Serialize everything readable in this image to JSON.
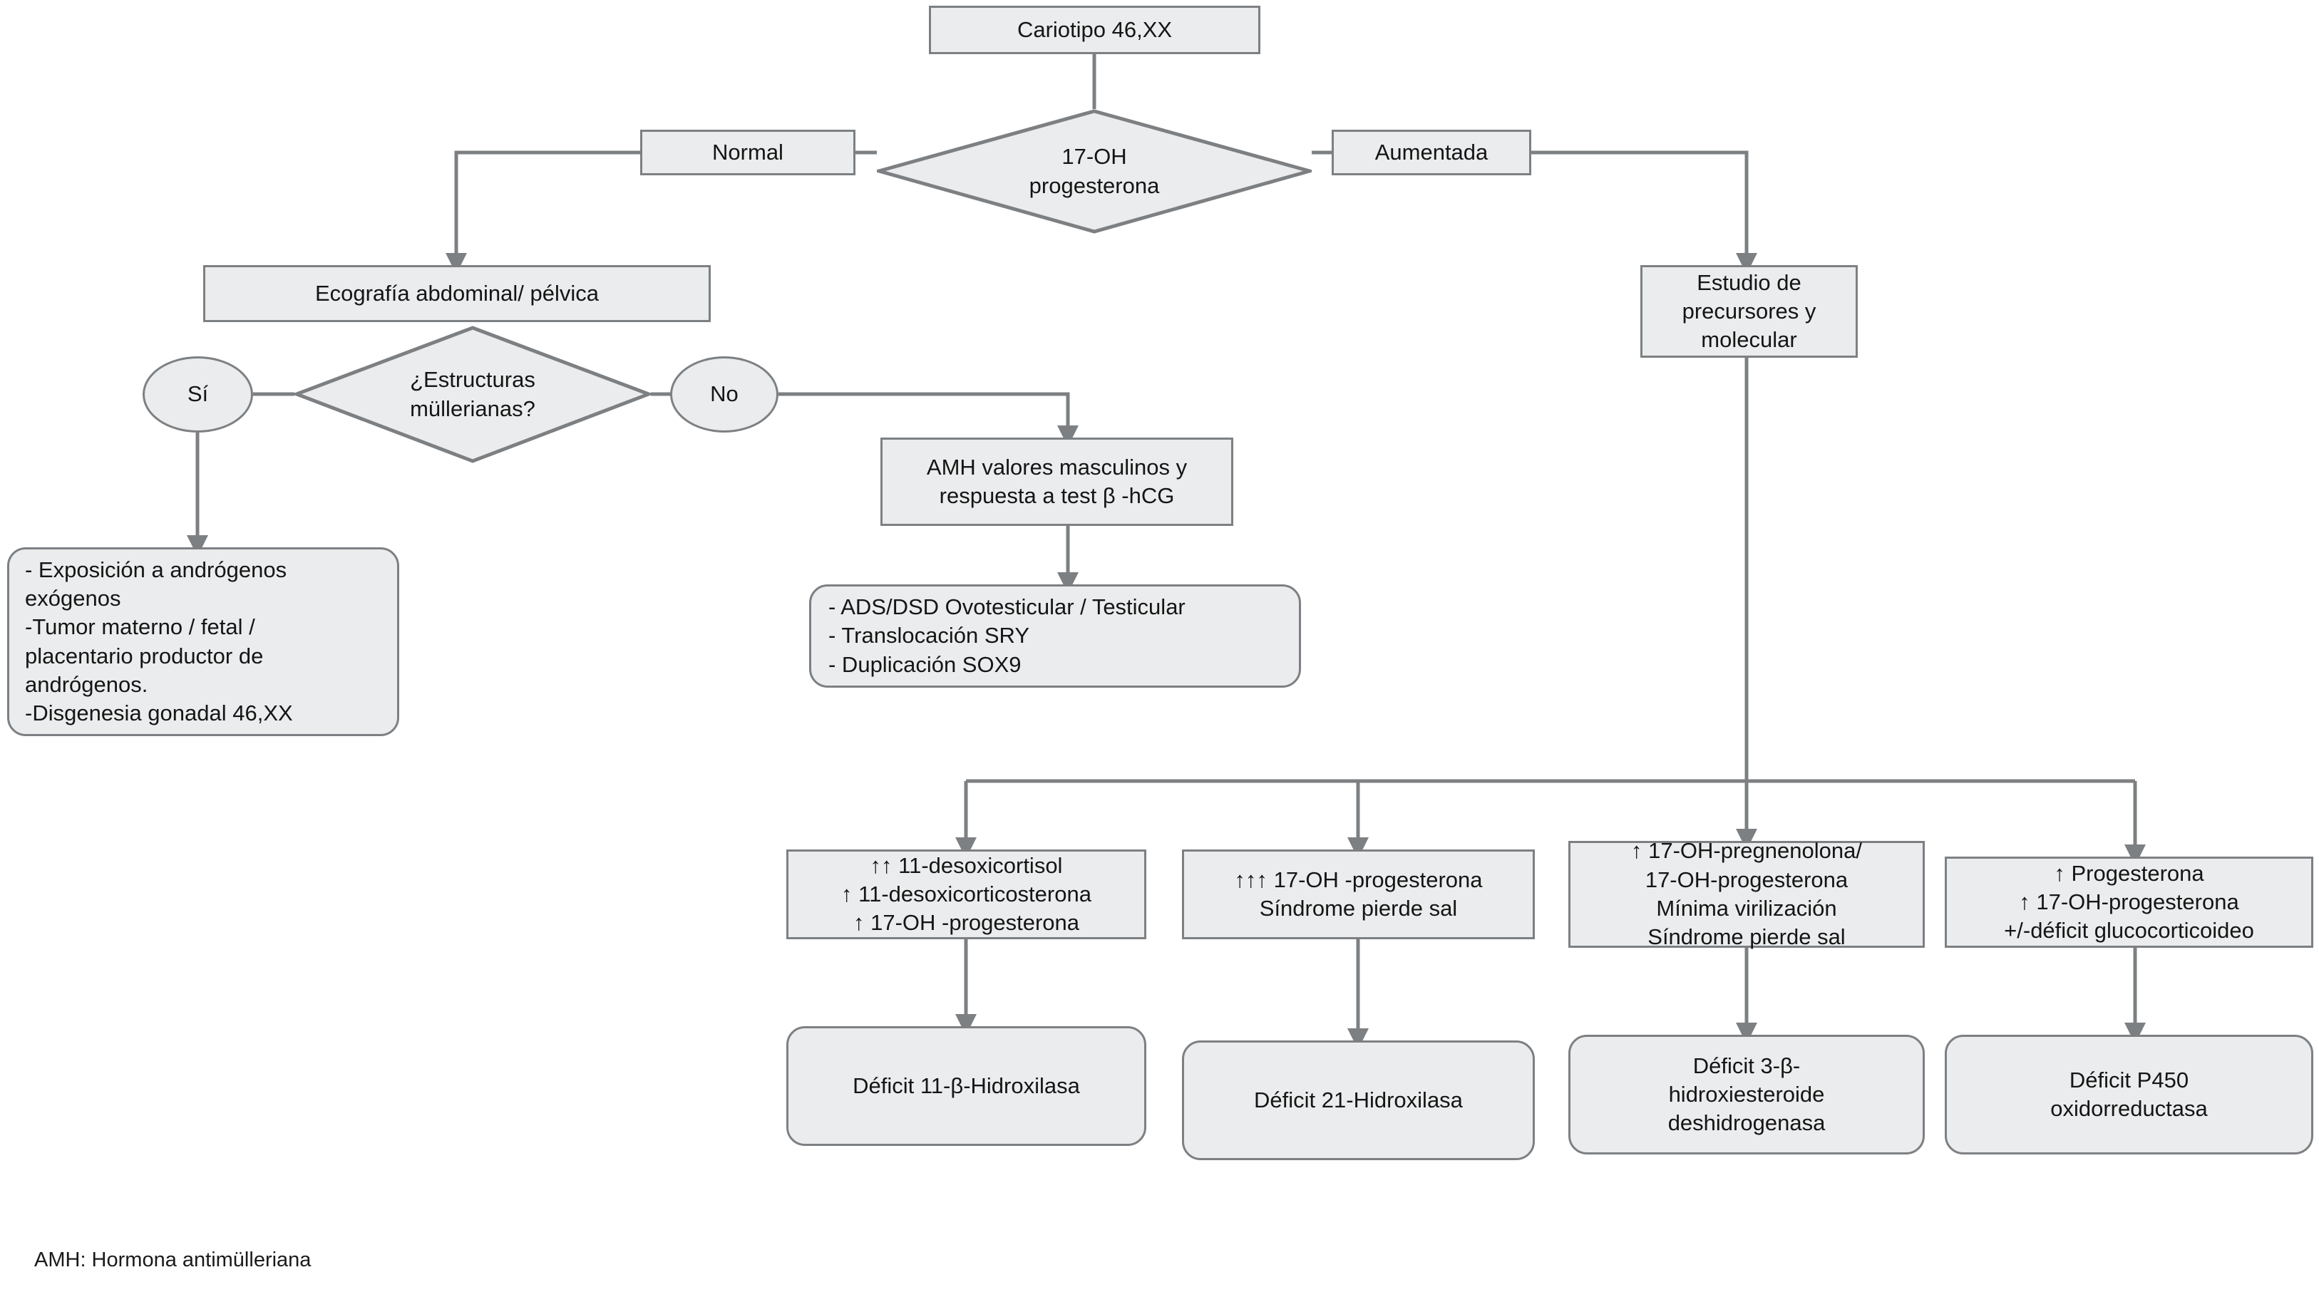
{
  "diagram": {
    "title_node": "Cariotipo 46,XX",
    "decision_17oh": "17-OH\nprogesterona",
    "branch_normal": "Normal",
    "branch_aumentada": "Aumentada",
    "ecografia": "Ecografía abdominal/ pélvica",
    "decision_mullerianas": "¿Estructuras\nmüllerianas?",
    "answer_si": "Sí",
    "answer_no": "No",
    "estudio_precursores": "Estudio de\nprecursores y\nmolecular",
    "causas_si": "- Exposición a andrógenos\nexógenos\n-Tumor materno / fetal /\nplacentario productor de\nandrógenos.\n-Disgenesia gonadal 46,XX",
    "amh_test": "AMH valores masculinos y\nrespuesta a test β -hCG",
    "ads_dsd_list": "- ADS/DSD Ovotesticular / Testicular\n- Translocación SRY\n- Duplicación SOX9",
    "hormone_1": "↑↑ 11-desoxicortisol\n↑ 11-desoxicorticosterona\n↑ 17-OH -progesterona",
    "hormone_2": "↑↑↑ 17-OH -progesterona\nSíndrome pierde sal",
    "hormone_3": "↑ 17-OH-pregnenolona/\n17-OH-progesterona\nMínima virilización\nSíndrome pierde sal",
    "hormone_4": "↑ Progesterona\n↑ 17-OH-progesterona\n+/-déficit glucocorticoideo",
    "diagnosis_1": "Déficit 11-β-Hidroxilasa",
    "diagnosis_2": "Déficit 21-Hidroxilasa",
    "diagnosis_3": "Déficit 3-β-\nhidroxiesteroide\ndeshidrogenasa",
    "diagnosis_4": "Déficit P450\noxidorreductasa",
    "footnote": "AMH: Hormona antimülleriana"
  },
  "colors": {
    "node_fill": "#ebeced",
    "node_border": "#7d8083",
    "connector": "#7d8083",
    "text": "#151515",
    "background": "#ffffff"
  }
}
